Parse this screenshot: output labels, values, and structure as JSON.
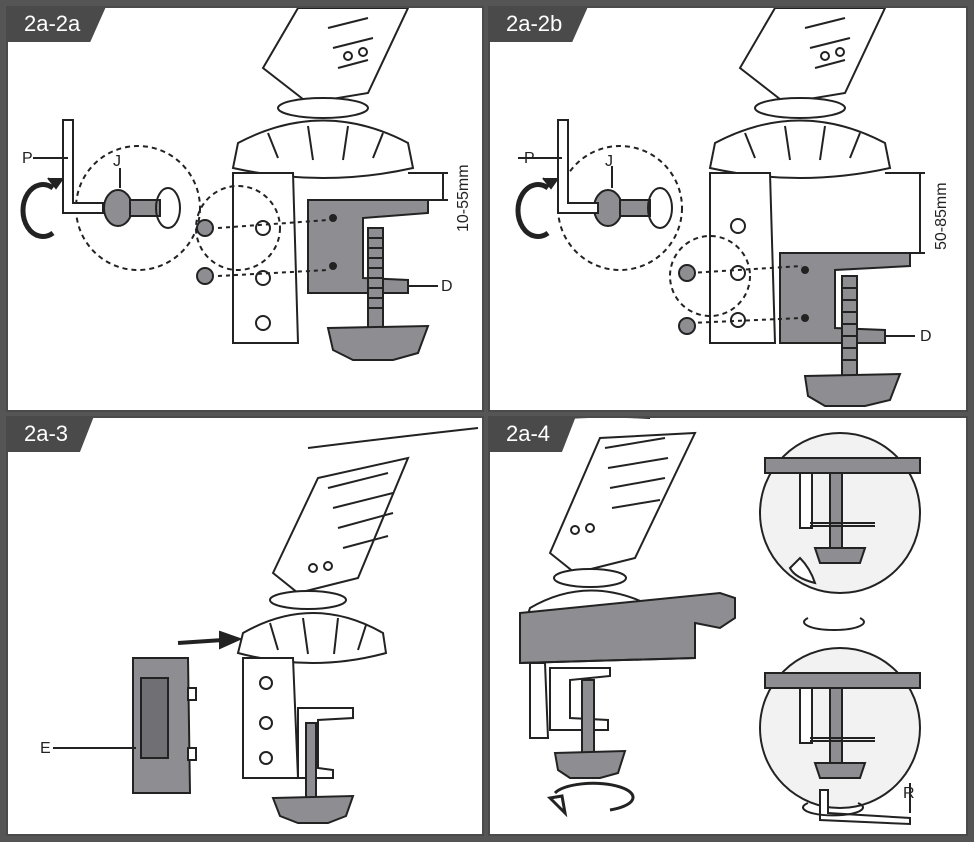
{
  "panels": [
    {
      "step": "2a-2a",
      "range": "10-55mm",
      "labels": {
        "p": "P",
        "j": "J",
        "d": "D"
      }
    },
    {
      "step": "2a-2b",
      "range": "50-85mm",
      "labels": {
        "p": "P",
        "j": "J",
        "d": "D"
      }
    },
    {
      "step": "2a-3",
      "labels": {
        "e": "E"
      }
    },
    {
      "step": "2a-4",
      "labels": {
        "r": "R"
      }
    }
  ],
  "colors": {
    "frame": "#4a4a4a",
    "clamp_fill": "#8e8e92",
    "desk_fill": "#8e8e92"
  }
}
